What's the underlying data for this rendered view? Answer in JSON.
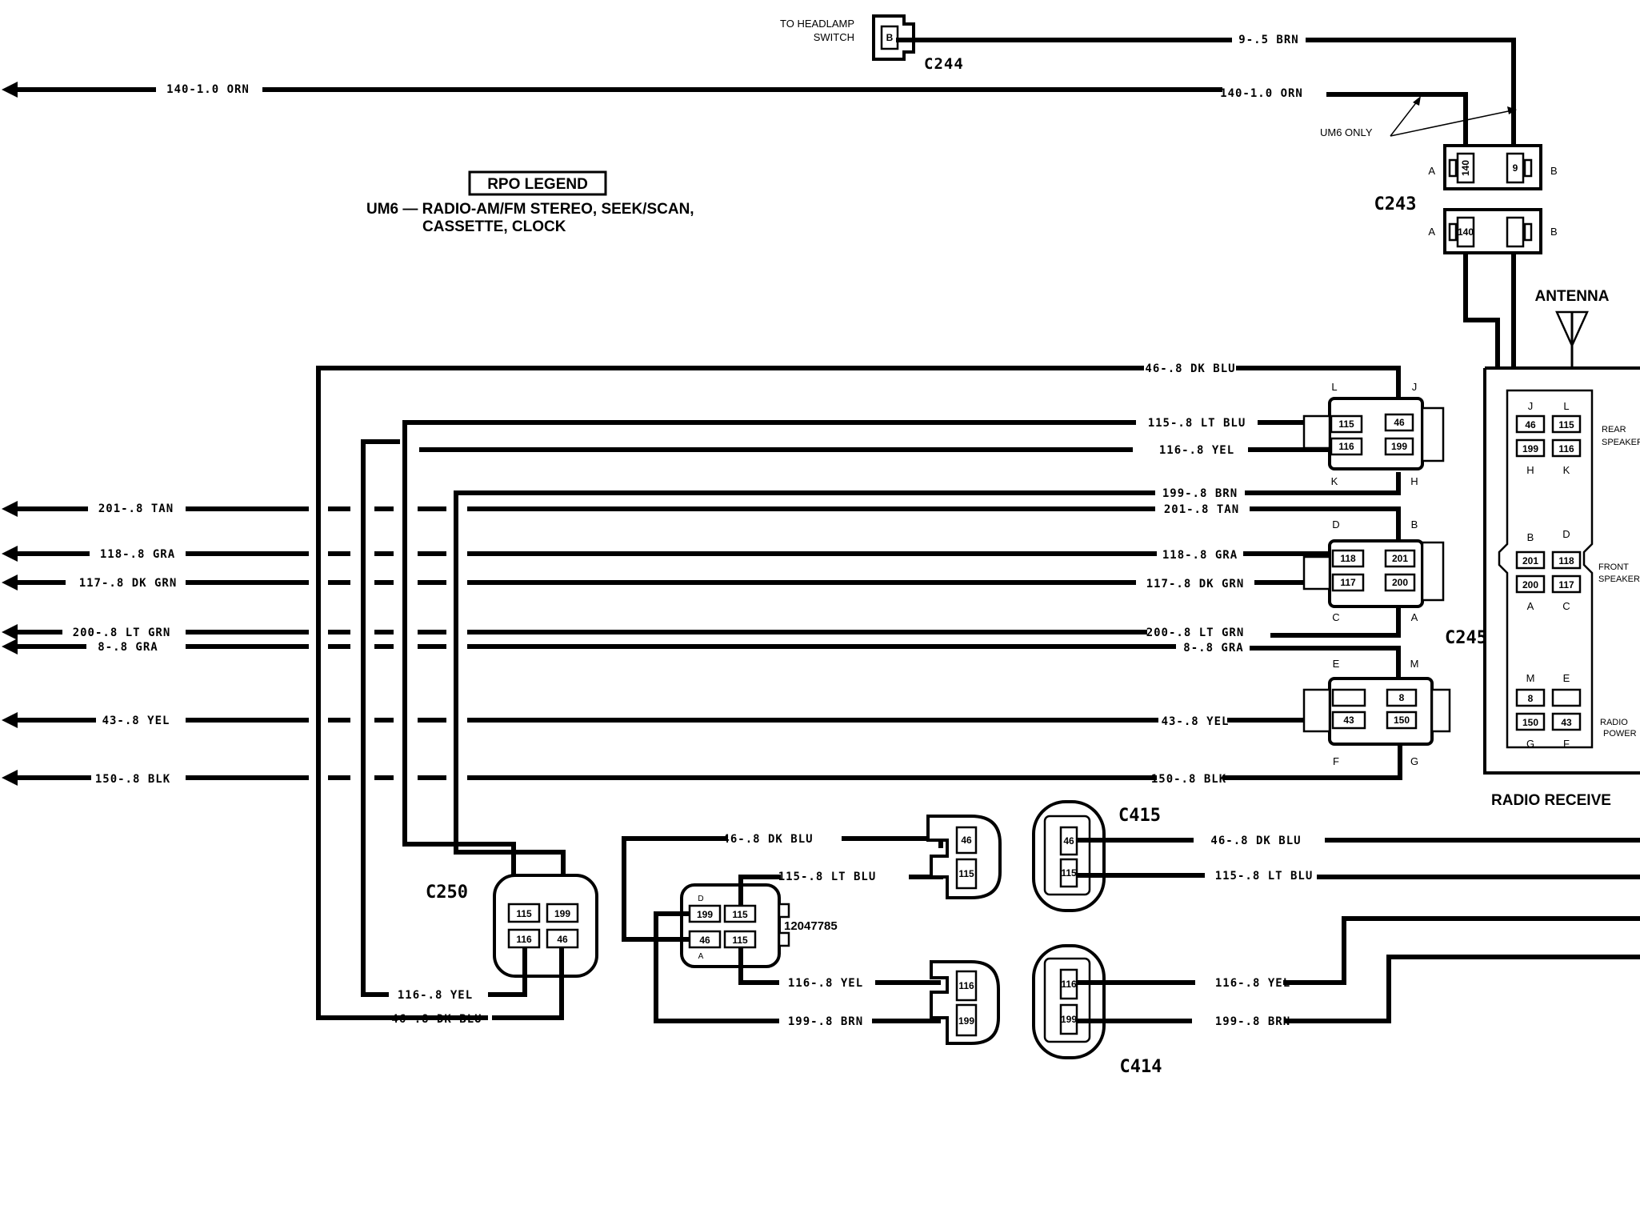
{
  "headlamp": {
    "line1": "TO HEADLAMP",
    "line2": "SWITCH",
    "connector": "C244",
    "pin": "B"
  },
  "top_wires": {
    "w9": "9-.5 BRN",
    "w140_right": "140-1.0 ORN",
    "w140_left": "140-1.0 ORN",
    "um6_only": "UM6 ONLY"
  },
  "c243": {
    "name": "C243",
    "pin_a": "A",
    "pin_b": "B",
    "cavity_140": "140",
    "cavity_9": "9"
  },
  "legend": {
    "title": "RPO LEGEND",
    "line1": "UM6 — RADIO-AM/FM STEREO, SEEK/SCAN,",
    "line2": "CASSETTE, CLOCK"
  },
  "antenna": "ANTENNA",
  "radio_receiver": {
    "title": "RADIO RECEIVE",
    "rear": {
      "label1": "REAR",
      "label2": "SPEAKER",
      "pins_top": [
        "J",
        "L"
      ],
      "pins_bottom": [
        "H",
        "K"
      ],
      "cav_row1": [
        "46",
        "115"
      ],
      "cav_row2": [
        "199",
        "116"
      ]
    },
    "front": {
      "label1": "FRONT",
      "label2": "SPEAKER",
      "pins_top": [
        "B",
        "D"
      ],
      "pins_bottom": [
        "A",
        "C"
      ],
      "cav_row1": [
        "201",
        "118"
      ],
      "cav_row2": [
        "200",
        "117"
      ]
    },
    "power": {
      "label1": "RADIO",
      "label2": "POWER",
      "pins_top": [
        "M",
        "E"
      ],
      "pins_bottom": [
        "G",
        "F"
      ],
      "cav_row1": [
        "8",
        ""
      ],
      "cav_row2": [
        "150",
        "43"
      ]
    }
  },
  "c245": {
    "name": "C245",
    "block1": {
      "pins": [
        "L",
        "J",
        "K",
        "H"
      ],
      "cav": [
        "115",
        "46",
        "116",
        "199"
      ]
    },
    "block2": {
      "pins": [
        "D",
        "B",
        "C",
        "A"
      ],
      "cav": [
        "118",
        "201",
        "117",
        "200"
      ]
    },
    "block3": {
      "pins": [
        "E",
        "M",
        "F",
        "G"
      ],
      "cav": [
        "8",
        "43",
        "150"
      ]
    }
  },
  "main_wires": {
    "w46": "46-.8 DK BLU",
    "w115": "115-.8 LT BLU",
    "w116": "116-.8 YEL",
    "w199": "199-.8 BRN",
    "w201_r": "201-.8 TAN",
    "w201_l": "201-.8 TAN",
    "w118_r": "118-.8 GRA",
    "w118_l": "118-.8 GRA",
    "w117_r": "117-.8 DK GRN",
    "w117_l": "117-.8 DK GRN",
    "w200_r": "200-.8 LT GRN",
    "w200_l": "200-.8 LT GRN",
    "w8_r": "8-.8 GRA",
    "w8_l": "8-.8 GRA",
    "w43_r": "43-.8 YEL",
    "w43_l": "43-.8 YEL",
    "w150_r": "150-.8 BLK",
    "w150_l": "150-.8 BLK"
  },
  "c250": {
    "name": "C250",
    "cav": [
      "115",
      "199",
      "116",
      "46"
    ],
    "w116": "116-.8 YEL",
    "w46": "46-.8 DK BLU"
  },
  "splice_conn": {
    "part": "12047785",
    "pin_d": "D",
    "pin_a": "A",
    "cav": [
      "199",
      "115",
      "46",
      "115"
    ],
    "w46": "46-.8 DK BLU",
    "w115": "115-.8 LT BLU",
    "w116": "116-.8 YEL",
    "w199": "199-.8 BRN"
  },
  "small_conn": {
    "top_cav": [
      "46",
      "115"
    ],
    "bot_cav": [
      "116",
      "199"
    ]
  },
  "c415": {
    "name": "C415",
    "cav": [
      "46",
      "115"
    ],
    "w46": "46-.8 DK BLU",
    "w115": "115-.8 LT BLU"
  },
  "c414": {
    "name": "C414",
    "cav": [
      "116",
      "199"
    ],
    "w116": "116-.8 YEL",
    "w199": "199-.8 BRN"
  }
}
